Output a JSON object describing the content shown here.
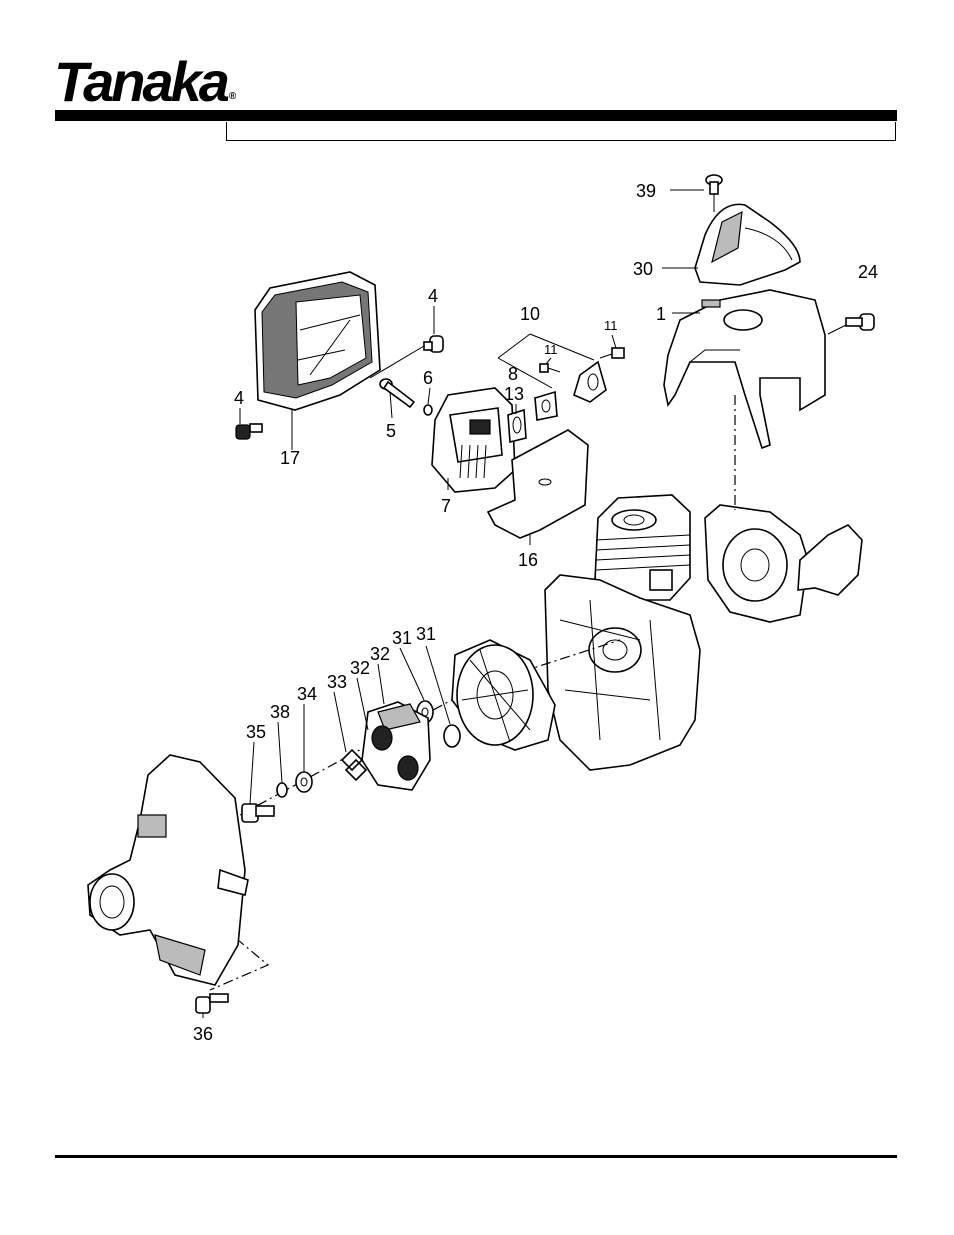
{
  "brand": {
    "logo_text": "Tanaka",
    "trademark": "®"
  },
  "header": {
    "title": ""
  },
  "callouts": {
    "p39": "39",
    "p30": "30",
    "p24": "24",
    "p1": "1",
    "p4a": "4",
    "p4b": "4",
    "p10": "10",
    "p11a": "11",
    "p11b": "11",
    "p8": "8",
    "p6": "6",
    "p13": "13",
    "p5": "5",
    "p17": "17",
    "p7": "7",
    "p16": "16",
    "p31a": "31",
    "p31b": "31",
    "p32a": "32",
    "p32b": "32",
    "p33": "33",
    "p34": "34",
    "p38": "38",
    "p35": "35",
    "p36": "36"
  }
}
